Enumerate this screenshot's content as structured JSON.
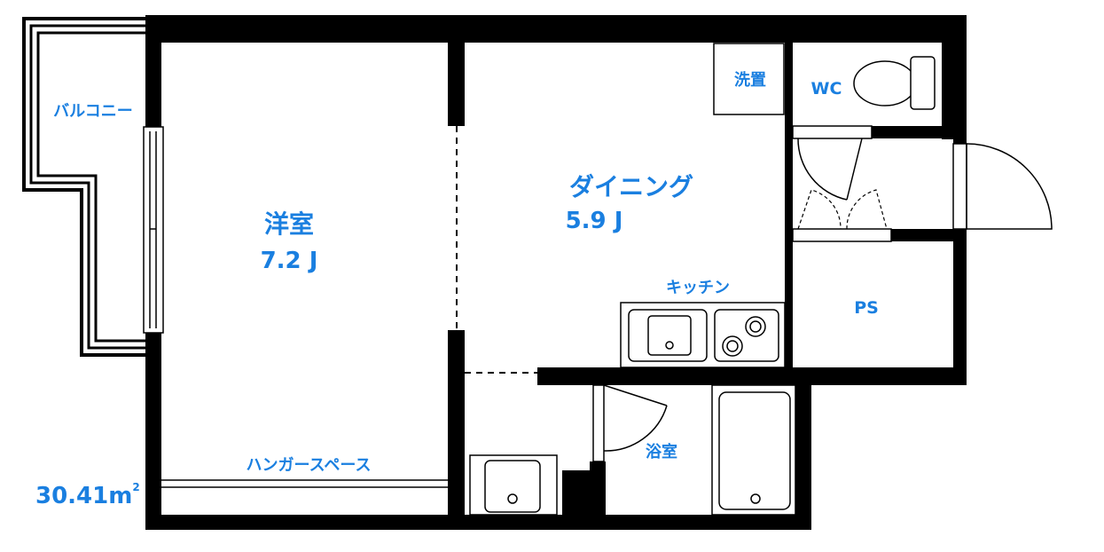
{
  "colors": {
    "wall": "#000000",
    "label": "#1a7fe0",
    "background": "#ffffff"
  },
  "rooms": {
    "balcony": {
      "label": "バルコニー"
    },
    "western_room": {
      "label": "洋室",
      "size": "7.2 J"
    },
    "dining": {
      "label": "ダイニング",
      "size": "5.9 J"
    },
    "washroom": {
      "label": "洗置"
    },
    "wc": {
      "label": "WC"
    },
    "kitchen": {
      "label": "キッチン"
    },
    "ps": {
      "label": "PS"
    },
    "bathroom": {
      "label": "浴室"
    },
    "hanger_space": {
      "label": "ハンガースペース"
    }
  },
  "total_area": {
    "value": "30.41",
    "unit": "m",
    "superscript": "2"
  }
}
